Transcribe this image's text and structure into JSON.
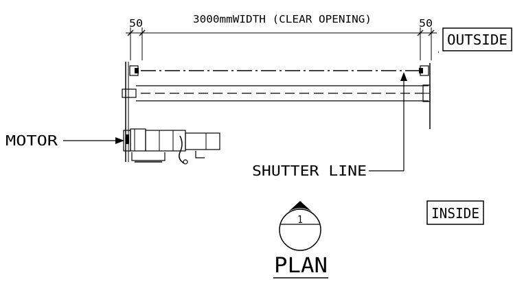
{
  "dimension": {
    "clear_opening": "3000mmWIDTH (CLEAR OPENING)",
    "left_offset": "50",
    "right_offset": "50"
  },
  "labels": {
    "outside": "OUTSIDE",
    "inside": "INSIDE",
    "motor": "MOTOR",
    "shutter_line": "SHUTTER LINE"
  },
  "section_marker": {
    "number": "1",
    "title": "PLAN"
  },
  "colors": {
    "ink": "#000000",
    "background": "#ffffff"
  }
}
